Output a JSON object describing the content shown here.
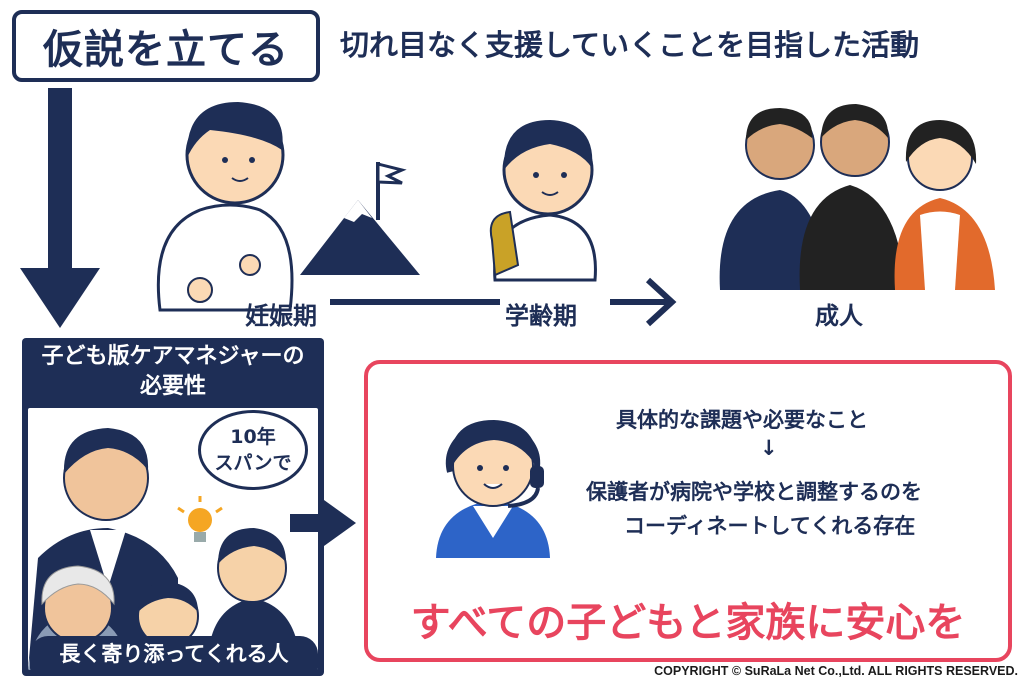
{
  "header": {
    "hypothesis_label": "仮説を立てる",
    "goal_text": "切れ目なく支援していくことを目指した活動"
  },
  "timeline": {
    "stages": [
      "妊娠期",
      "学齢期",
      "成人"
    ]
  },
  "left_panel": {
    "title_line1": "子ども版ケアマネジャーの",
    "title_line2": "必要性",
    "bubble_line1": "10年",
    "bubble_line2": "スパンで",
    "caption": "長く寄り添ってくれる人"
  },
  "info_box": {
    "line1": "具体的な課題や必要なこと",
    "arrow": "↓",
    "line2": "保護者が病院や学校と調整するのを",
    "line3": "コーディネートしてくれる存在",
    "slogan": "すべての子どもと家族に安心を"
  },
  "footer": {
    "copyright": "COPYRIGHT © SuRaLa Net Co.,Ltd. ALL RIGHTS RESERVED."
  },
  "colors": {
    "navy": "#1e2e56",
    "accent_red": "#e8455e",
    "skin": "#fbd9b5"
  },
  "icons": [
    "down-arrow-icon",
    "mountain-flag-icon",
    "right-arrow-icon",
    "lightbulb-icon",
    "headset-operator-icon"
  ]
}
